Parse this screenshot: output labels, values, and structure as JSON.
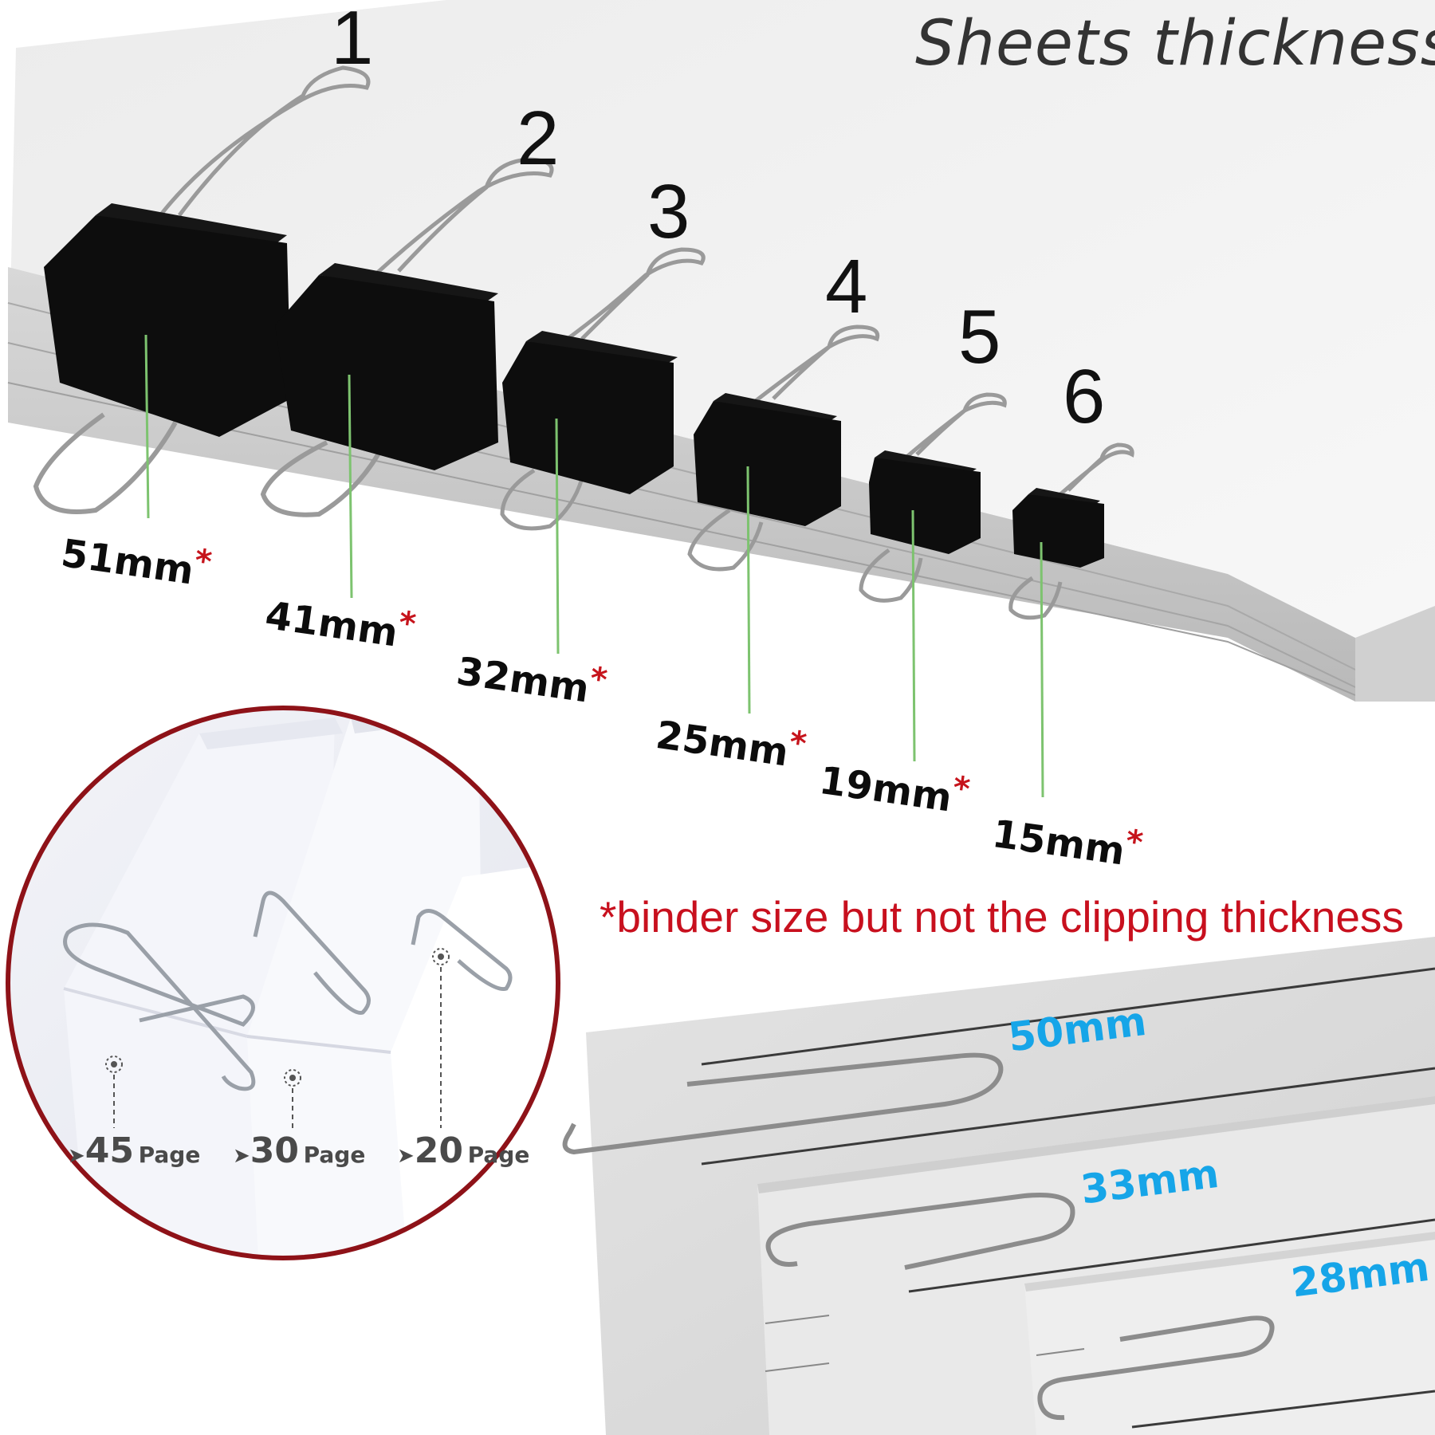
{
  "title": "Sheets thickness",
  "binders": [
    {
      "number": "1",
      "size": "51mm"
    },
    {
      "number": "2",
      "size": "41mm"
    },
    {
      "number": "3",
      "size": "32mm"
    },
    {
      "number": "4",
      "size": "25mm"
    },
    {
      "number": "5",
      "size": "19mm"
    },
    {
      "number": "6",
      "size": "15mm"
    }
  ],
  "asterisk": "*",
  "note": "*binder size but not the clipping thickness",
  "page_capacity": [
    {
      "pages": "45",
      "unit": "Page"
    },
    {
      "pages": "30",
      "unit": "Page"
    },
    {
      "pages": "20",
      "unit": "Page"
    }
  ],
  "paperclip_lengths": [
    "50mm",
    "33mm",
    "28mm"
  ],
  "colors": {
    "note_red": "#c8101e",
    "clip_length_blue": "#16a5e8",
    "circle_border": "#8e1218",
    "guide_line_green": "#7dc36f"
  }
}
